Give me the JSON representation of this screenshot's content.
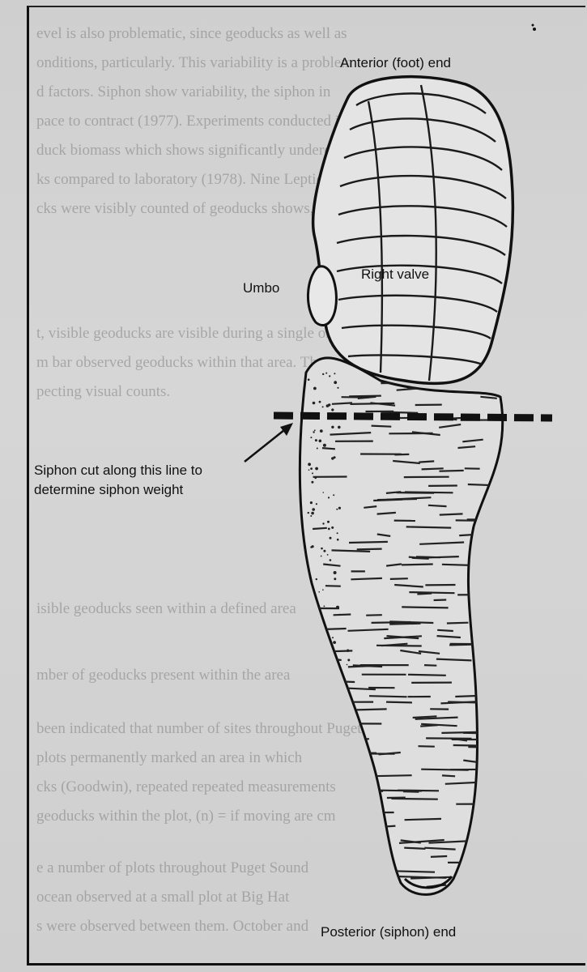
{
  "labels": {
    "anterior": "Anterior (foot) end",
    "umbo": "Umbo",
    "right_valve": "Right valve",
    "siphon_line1": "Siphon cut along this line to",
    "siphon_line2": "determine siphon weight",
    "posterior": "Posterior (siphon) end"
  },
  "bleed_text": [
    "evel is also problematic, since geoducks as well as",
    "onditions, particularly. This variability is a problem",
    "d factors. Siphon show variability, the siphon in",
    "pace to contract (1977). Experiments conducted in",
    "duck biomass which shows significantly underest",
    "ks compared to laboratory (1978). Nine Leptic",
    "cks were visibly counted of geoducks shows, and correc",
    "t, visible geoducks are visible during a single on",
    "m bar observed geoducks within that area. The",
    "pecting visual counts.",
    "isible geoducks seen within a defined area",
    "mber of geoducks present within the area",
    "been indicated that number of sites throughout Puget",
    "plots permanently marked an area in which",
    "cks (Goodwin), repeated repeated measurements",
    "geoducks within the plot, (n) = if moving are cm",
    "e a number of plots throughout Puget Sound",
    "ocean observed at a small plot at Big Hat",
    "s were observed between them. October and"
  ],
  "colors": {
    "ink": "#111111",
    "paper": "#d2d2d2"
  }
}
